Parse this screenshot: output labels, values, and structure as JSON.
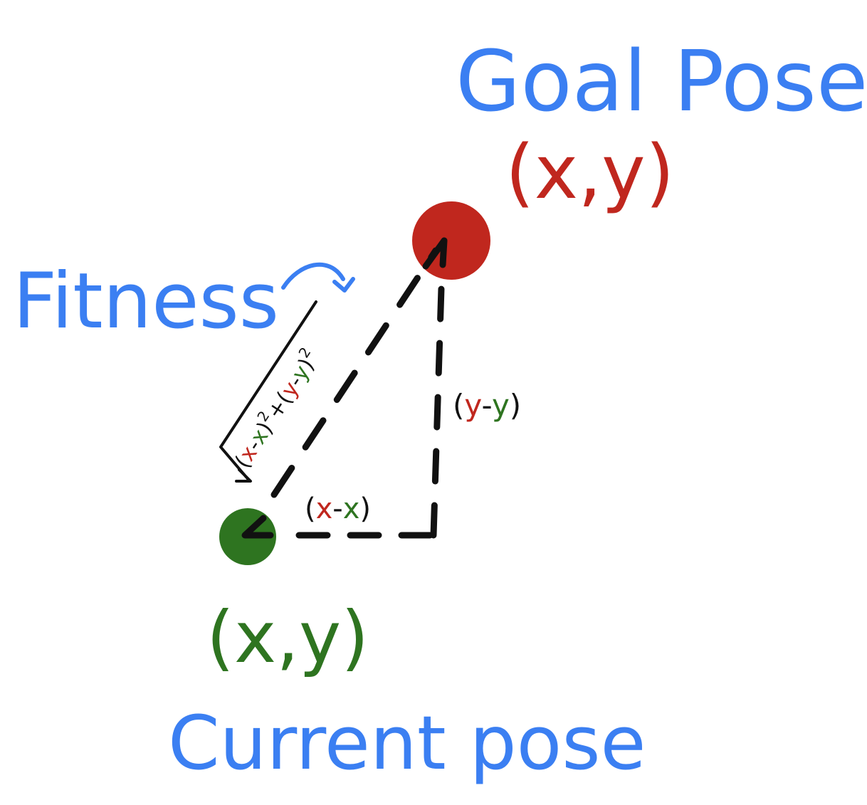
{
  "colors": {
    "blue": "#3b7ff2",
    "red": "#c0271e",
    "green": "#2e7420",
    "black": "#111111"
  },
  "labels": {
    "goal_title": "Goal Pose",
    "goal_coords": "(x,y)",
    "current_coords": "(x,y)",
    "current_title": "Current pose",
    "fitness": "Fitness",
    "dx": {
      "open": "(",
      "a": "x",
      "minus": "-",
      "b": "x",
      "close": ")"
    },
    "dy": {
      "open": "(",
      "a": "y",
      "minus": "-",
      "b": "y",
      "close": ")"
    },
    "formula": {
      "open1": "(",
      "x1": "x",
      "minus1": "-",
      "x2": "x",
      "close1": ")",
      "sq1": "2",
      "plus": "+",
      "open2": "(",
      "y1": "y",
      "minus2": "-",
      "y2": "y",
      "close2": ")",
      "sq2": "2"
    }
  }
}
